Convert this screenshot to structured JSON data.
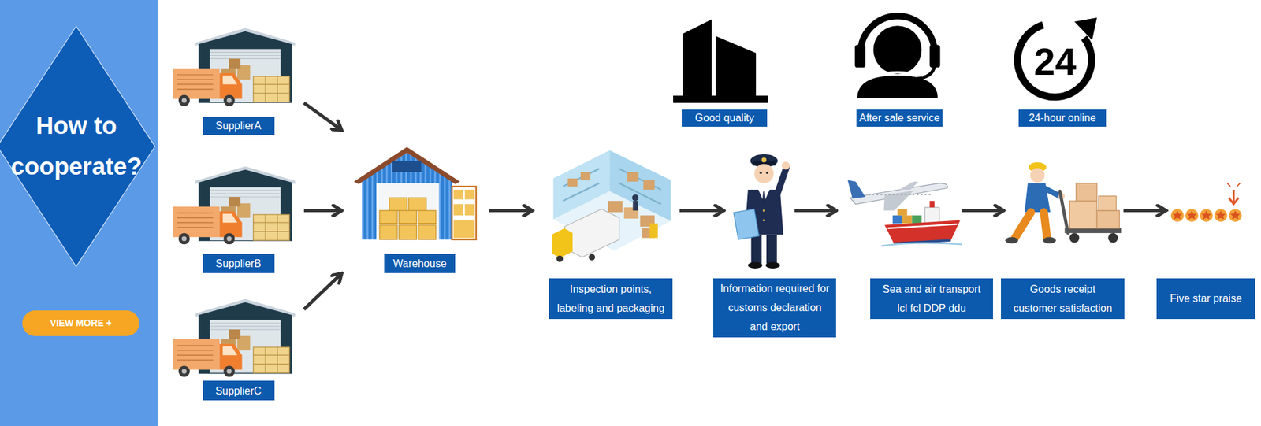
{
  "diagram": {
    "nodes": [
      {
        "text": [
          "How to cooperate?"
        ]
      },
      {
        "text": [
          "VIEW MORE +"
        ]
      },
      {
        "text": [
          "SupplierA"
        ]
      },
      {
        "text": [
          "SupplierB"
        ]
      },
      {
        "text": [
          "SupplierC"
        ]
      },
      {
        "text": [
          "Warehouse"
        ]
      },
      {
        "text": [
          "Inspection points, labeling and packaging"
        ]
      },
      {
        "text": [
          "Information required for customs declaration and export"
        ]
      },
      {
        "text": [
          "Sea and air transport lcl fcl DDP ddu"
        ]
      },
      {
        "text": [
          "Goods receipt customer satisfaction"
        ]
      },
      {
        "text": [
          "Five star praise"
        ]
      },
      {
        "text": [
          "Good quality"
        ]
      },
      {
        "text": [
          "After sale service"
        ]
      },
      {
        "text": [
          "24-hour online"
        ]
      }
    ],
    "edges": [
      {
        "from": 2,
        "to": 5,
        "arrow": "to"
      },
      {
        "from": 3,
        "to": 5,
        "arrow": "to"
      },
      {
        "from": 4,
        "to": 5,
        "arrow": "to"
      },
      {
        "from": 5,
        "to": 6,
        "arrow": "to"
      },
      {
        "from": 6,
        "to": 7,
        "arrow": "to"
      },
      {
        "from": 7,
        "to": 8,
        "arrow": "to"
      },
      {
        "from": 8,
        "to": 9,
        "arrow": "to"
      },
      {
        "from": 9,
        "to": 10,
        "arrow": "to"
      }
    ],
    "labels": [
      "24"
    ]
  }
}
